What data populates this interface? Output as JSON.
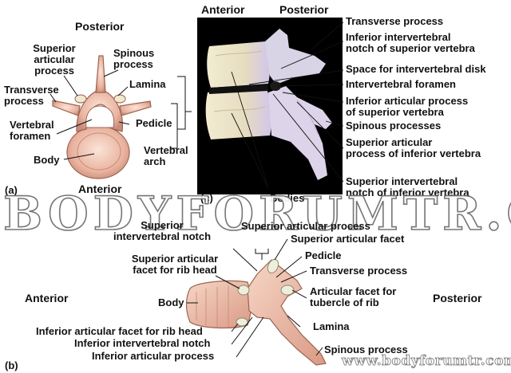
{
  "panel_a": {
    "title": "Posterior",
    "bottom": "Anterior",
    "letter": "(a)",
    "superior_articular_process": [
      "Superior",
      "articular",
      "process"
    ],
    "spinous_process": [
      "Spinous",
      "process"
    ],
    "transverse_process": [
      "Transverse",
      "process"
    ],
    "lamina": "Lamina",
    "vertebral_foramen": [
      "Vertebral",
      "foramen"
    ],
    "pedicle": "Pedicle",
    "body": "Body",
    "vertebral_arch": [
      "Vertebral",
      "arch"
    ]
  },
  "panel_c": {
    "anterior": "Anterior",
    "posterior": "Posterior",
    "letter": "(c)",
    "bodies": "Bodies",
    "labels": [
      [
        "Transverse process"
      ],
      [
        "Inferior intervertebral",
        "notch of superior vertebra"
      ],
      [
        "Space for intervertebral disk"
      ],
      [
        "Intervertebral foramen"
      ],
      [
        "Inferior articular process",
        "of superior vertebra"
      ],
      [
        "Spinous processes"
      ],
      [
        "Superior articular",
        "process of inferior vertebra"
      ],
      [
        "Superior intervertebral",
        "notch of inferior vertebra"
      ]
    ]
  },
  "panel_b": {
    "anterior": "Anterior",
    "posterior": "Posterior",
    "letter": "(b)",
    "superior_intervertebral_notch": [
      "Superior",
      "intervertebral notch"
    ],
    "superior_articular_process": "Superior articular process",
    "superior_articular_facet": "Superior articular facet",
    "pedicle": "Pedicle",
    "facet_rib_head": [
      "Superior articular",
      "facet for rib head"
    ],
    "transverse_process": "Transverse process",
    "body": "Body",
    "facet_tubercle": [
      "Articular facet for",
      "tubercle of rib"
    ],
    "lamina": "Lamina",
    "inf_facet_rib_head": "Inferior articular facet for rib head",
    "inf_notch": "Inferior intervertebral notch",
    "inf_articular": "Inferior articular process",
    "spinous_process": "Spinous process"
  },
  "watermark": {
    "text": "BODYFORUMTR.COM",
    "url": "www.bodyforumtr.com"
  }
}
